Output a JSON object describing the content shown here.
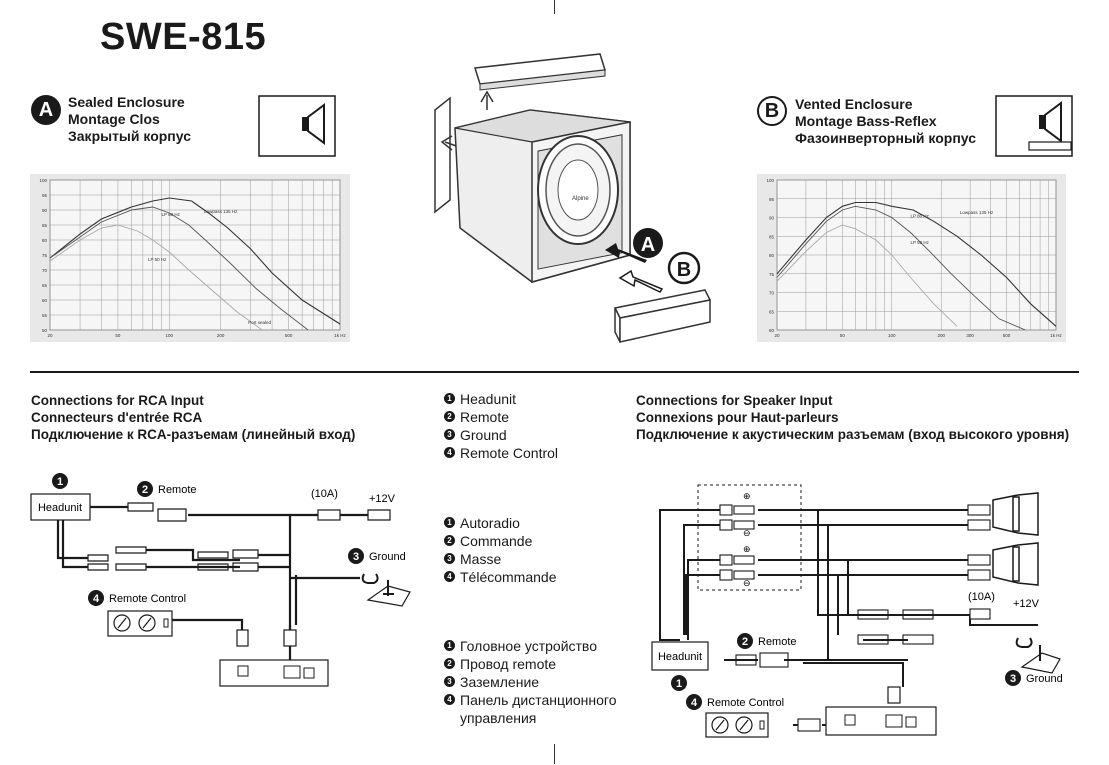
{
  "title": "SWE-815",
  "sealed": {
    "badge": "A",
    "lines": [
      "Sealed Enclosure",
      "Montage Clos",
      "Закрытый корпус"
    ]
  },
  "vented": {
    "badge": "B",
    "lines": [
      "Vented Enclosure",
      "Montage Bass-Reflex",
      "Фазоинверторный корпус"
    ]
  },
  "enclosure_labels": {
    "a": "A",
    "b": "B"
  },
  "chart_data": [
    {
      "type": "line",
      "log_x": true,
      "x_ticks": [
        "20",
        "50",
        "100",
        "200",
        "500",
        "1k Hz"
      ],
      "x_tick_values": [
        20,
        50,
        100,
        200,
        500,
        1000
      ],
      "y_ticks": [
        "100",
        "95",
        "90",
        "85",
        "80",
        "75",
        "70",
        "65",
        "60",
        "55",
        "50"
      ],
      "ylim": [
        50,
        100
      ],
      "xlim": [
        20,
        1000
      ],
      "grid": true,
      "annotations": [
        "LP 80 Hz",
        "Lowpass 135 Hz",
        "LP 50 Hz",
        "Port sealed"
      ],
      "series": [
        {
          "x": [
            20,
            30,
            40,
            60,
            80,
            100,
            135,
            170,
            220,
            300,
            400,
            600,
            1000
          ],
          "y": [
            74,
            82,
            87,
            91,
            93,
            94,
            93,
            89,
            84,
            77,
            69,
            60,
            52
          ]
        },
        {
          "x": [
            20,
            30,
            40,
            60,
            80,
            100,
            130,
            170,
            230,
            320,
            450,
            650
          ],
          "y": [
            74,
            81,
            86,
            90,
            91,
            89,
            85,
            79,
            72,
            64,
            57,
            50
          ]
        },
        {
          "x": [
            20,
            30,
            40,
            50,
            65,
            80,
            100,
            130,
            180,
            250,
            350
          ],
          "y": [
            73,
            80,
            84,
            85,
            83,
            80,
            76,
            70,
            63,
            56,
            50
          ]
        }
      ]
    },
    {
      "type": "line",
      "log_x": true,
      "x_ticks": [
        "20",
        "50",
        "100",
        "200",
        "300",
        "500",
        "1k Hz"
      ],
      "x_tick_values": [
        20,
        50,
        100,
        200,
        300,
        500,
        1000
      ],
      "y_ticks": [
        "100",
        "95",
        "90",
        "85",
        "80",
        "75",
        "70",
        "65",
        "60"
      ],
      "ylim": [
        60,
        100
      ],
      "xlim": [
        20,
        1000
      ],
      "grid": true,
      "annotations": [
        "LP 80 Hz",
        "Lowpass 135 Hz",
        "LP 50 Hz"
      ],
      "series": [
        {
          "x": [
            20,
            30,
            40,
            50,
            60,
            80,
            100,
            135,
            180,
            250,
            350,
            500,
            700,
            1000
          ],
          "y": [
            75,
            84,
            90,
            93,
            94,
            94,
            93,
            92,
            89,
            85,
            80,
            74,
            67,
            61
          ]
        },
        {
          "x": [
            20,
            30,
            40,
            50,
            60,
            80,
            100,
            130,
            170,
            230,
            320,
            450,
            650
          ],
          "y": [
            74,
            83,
            89,
            92,
            93,
            92,
            90,
            86,
            81,
            75,
            69,
            63,
            60
          ]
        },
        {
          "x": [
            20,
            30,
            40,
            50,
            60,
            80,
            100,
            130,
            180,
            250
          ],
          "y": [
            73,
            81,
            86,
            88,
            87,
            84,
            80,
            74,
            67,
            61
          ]
        }
      ]
    }
  ],
  "rca": {
    "heading": [
      "Connections for RCA Input",
      "Connecteurs d'entrée RCA",
      "Подключение к RCA-разъемам (линейный вход)"
    ],
    "headunit": "Headunit",
    "remote": "Remote",
    "fuse": "(10A)",
    "plus12": "+12V",
    "ground": "Ground",
    "remote_control": "Remote Control",
    "n1": "1",
    "n2": "2",
    "n3": "3",
    "n4": "4"
  },
  "legend_en": [
    "Headunit",
    "Remote",
    "Ground",
    "Remote Control"
  ],
  "legend_fr": [
    "Autoradio",
    "Commande",
    "Masse",
    "Télécommande"
  ],
  "legend_ru": [
    "Головное устройство",
    "Провод remote",
    "Заземление",
    "Панель дистанционного управления"
  ],
  "legend_nums": [
    "1",
    "2",
    "3",
    "4"
  ],
  "speaker": {
    "heading": [
      "Connections for Speaker Input",
      "Connexions pour Haut-parleurs",
      "Подключение к акустическим разъемам (вход высокого уровня)"
    ],
    "headunit": "Headunit",
    "remote": "Remote",
    "fuse": "(10A)",
    "plus12": "+12V",
    "ground": "Ground",
    "remote_control": "Remote Control",
    "plus": "⊕",
    "minus": "⊖",
    "n1": "1",
    "n2": "2",
    "n3": "3",
    "n4": "4"
  }
}
